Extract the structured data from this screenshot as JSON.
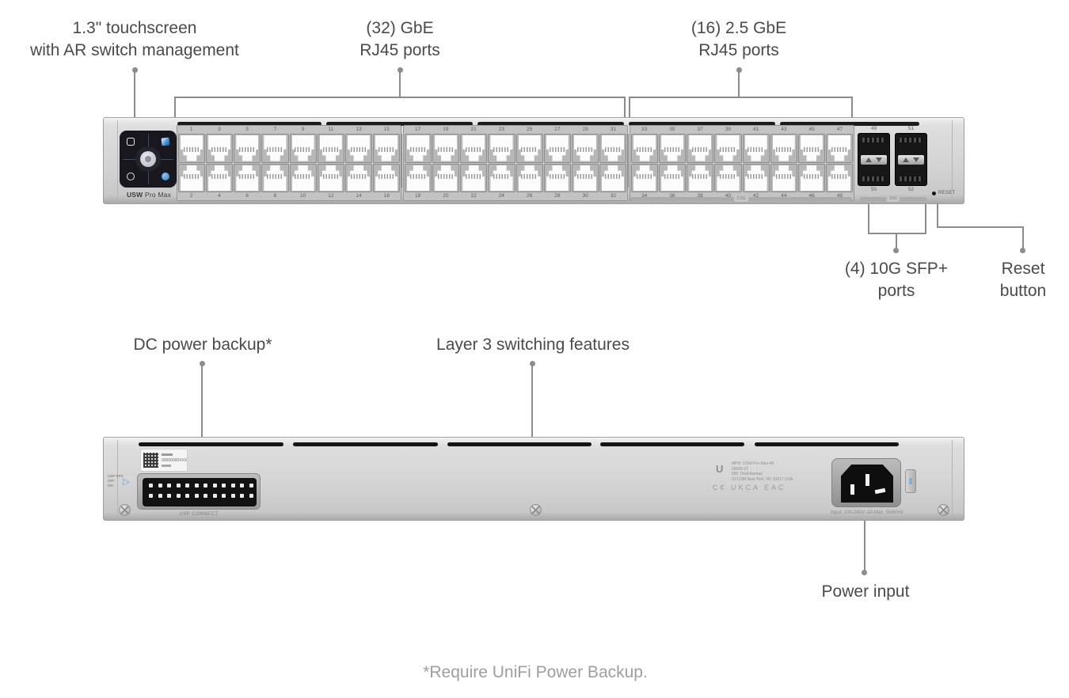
{
  "front_callouts": {
    "touchscreen": {
      "line1": "1.3\" touchscreen",
      "line2": "with AR switch management"
    },
    "gbe": {
      "line1": "(32) GbE",
      "line2": "RJ45 ports"
    },
    "gbe25": {
      "line1": "(16) 2.5 GbE",
      "line2": "RJ45 ports"
    },
    "sfp": {
      "line1": "(4) 10G SFP+",
      "line2": "ports"
    },
    "reset": {
      "line1": "Reset",
      "line2": "button"
    }
  },
  "back_callouts": {
    "dc": "DC power backup*",
    "layer3": "Layer 3 switching features",
    "power": "Power input"
  },
  "footnote": "*Require UniFi Power Backup.",
  "front_panel": {
    "model": {
      "bold": "USW",
      "rest": "Pro Max"
    },
    "reset_label": "RESET",
    "badge_25g": "2.5G",
    "badge_10g": "10G",
    "port_blocks": [
      {
        "top": [
          "1",
          "3",
          "5",
          "7",
          "9",
          "11",
          "13",
          "15"
        ],
        "bottom": [
          "2",
          "4",
          "6",
          "8",
          "10",
          "12",
          "14",
          "16"
        ]
      },
      {
        "top": [
          "17",
          "19",
          "21",
          "23",
          "25",
          "27",
          "29",
          "31"
        ],
        "bottom": [
          "18",
          "20",
          "22",
          "24",
          "26",
          "28",
          "30",
          "32"
        ]
      },
      {
        "top": [
          "33",
          "35",
          "37",
          "39",
          "41",
          "43",
          "45",
          "47"
        ],
        "bottom": [
          "34",
          "36",
          "38",
          "40",
          "42",
          "44",
          "46",
          "48"
        ]
      }
    ],
    "sfp": {
      "top": [
        "49",
        "51"
      ],
      "bottom": [
        "50",
        "52"
      ]
    }
  },
  "back_panel": {
    "serial": "00000000XXX",
    "usp_connect": "USP CONNECT",
    "rps": {
      "line1": "USP RPS",
      "line2": "OFF",
      "line3": "ON",
      "arrow": "▷"
    },
    "regulatory": {
      "logo": "U",
      "lines": [
        "MPN: USW-Pro-Max-48",
        "26005-07",
        "685 Third Avenue",
        "UI.COM   New York, NY 10017 USA"
      ],
      "marks": "C€ UKCA EAC"
    },
    "power_label": "Input: 100-240V~2A Max. 50/60Hz"
  },
  "colors": {
    "label": "#4a4a4a",
    "line": "#8c8c8c",
    "footnote": "#9e9e9e",
    "chassis": "#d4d4d4",
    "accent_blue": "#3f8fd6"
  }
}
